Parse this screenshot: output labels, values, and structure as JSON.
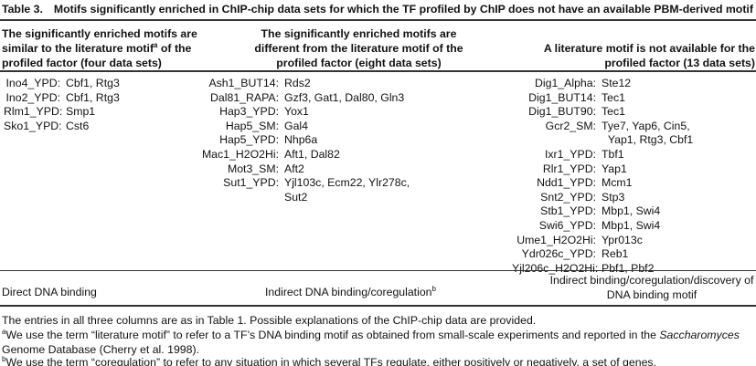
{
  "table": {
    "label": "Table 3.",
    "title": "Motifs significantly enriched in ChIP-chip data sets for which the TF profiled by ChIP does not have an available PBM-derived motif",
    "columns": [
      {
        "header_pre": "The significantly enriched motifs are similar to the literature motif",
        "header_sup": "a",
        "header_post": " of the profiled factor (four data sets)",
        "rows": [
          {
            "name": "Ino4_YPD:",
            "motifs": "Cbf1, Rtg3"
          },
          {
            "name": "Ino2_YPD:",
            "motifs": "Cbf1, Rtg3"
          },
          {
            "name": "Rlm1_YPD:",
            "motifs": "Smp1"
          },
          {
            "name": "Sko1_YPD:",
            "motifs": "Cst6"
          }
        ],
        "footer": "Direct DNA binding",
        "footer_sup": ""
      },
      {
        "header_pre": "The significantly enriched motifs are different from the literature motif of the profiled factor (eight data sets)",
        "header_sup": "",
        "header_post": "",
        "rows": [
          {
            "name": "Ash1_BUT14:",
            "motifs": "Rds2"
          },
          {
            "name": "Dal81_RAPA:",
            "motifs": "Gzf3, Gat1, Dal80, Gln3"
          },
          {
            "name": "Hap3_YPD:",
            "motifs": "Yox1"
          },
          {
            "name": "Hap5_SM:",
            "motifs": "Gal4"
          },
          {
            "name": "Hap5_YPD:",
            "motifs": "Nhp6a"
          },
          {
            "name": "Mac1_H2O2Hi:",
            "motifs": "Aft1, Dal82"
          },
          {
            "name": "Mot3_SM:",
            "motifs": "Aft2"
          },
          {
            "name": "Sut1_YPD:",
            "motifs": "Yjl103c, Ecm22, Ylr278c,"
          },
          {
            "name": "",
            "motifs": "Sut2"
          }
        ],
        "footer": "Indirect DNA binding/coregulation",
        "footer_sup": "b"
      },
      {
        "header_pre": "A literature motif is not available for the profiled factor (13 data sets)",
        "header_sup": "",
        "header_post": "",
        "rows": [
          {
            "name": "Dig1_Alpha:",
            "motifs": "Ste12"
          },
          {
            "name": "Dig1_BUT14:",
            "motifs": "Tec1"
          },
          {
            "name": "Dig1_BUT90:",
            "motifs": "Tec1"
          },
          {
            "name": "Gcr2_SM:",
            "motifs": "Tye7, Yap6, Cin5,"
          },
          {
            "name": "",
            "motifs": "  Yap1, Rtg3, Cbf1"
          },
          {
            "name": "Ixr1_YPD:",
            "motifs": "Tbf1"
          },
          {
            "name": "Rlr1_YPD:",
            "motifs": "Yap1"
          },
          {
            "name": "Ndd1_YPD:",
            "motifs": "Mcm1"
          },
          {
            "name": "Snt2_YPD:",
            "motifs": "Stp3"
          },
          {
            "name": "Stb1_YPD:",
            "motifs": "Mbp1, Swi4"
          },
          {
            "name": "Swi6_YPD:",
            "motifs": "Mbp1, Swi4"
          },
          {
            "name": "Ume1_H2O2Hi:",
            "motifs": "Ypr013c"
          },
          {
            "name": "Ydr026c_YPD:",
            "motifs": "Reb1"
          },
          {
            "name": "Yjl206c_H2O2Hi:",
            "motifs": "Pbf1, Pbf2"
          }
        ],
        "footer": "Indirect binding/coregulation/discovery of DNA binding motif",
        "footer_sup": ""
      }
    ],
    "footnotes": {
      "main": "The entries in all three columns are as in Table 1. Possible explanations of the ChIP-chip data are provided.",
      "a_mark": "a",
      "a_text_1": "We use the term “literature motif” to refer to a TF’s DNA binding motif as obtained from small-scale experiments and reported in the ",
      "a_italic": "Saccharomyces",
      "a_text_2": "Genome Database (Cherry et al. 1998).",
      "b_mark": "b",
      "b_text": "We use the term “coregulation” to refer to any situation in which several TFs regulate, either positively or negatively, a set of genes."
    }
  }
}
